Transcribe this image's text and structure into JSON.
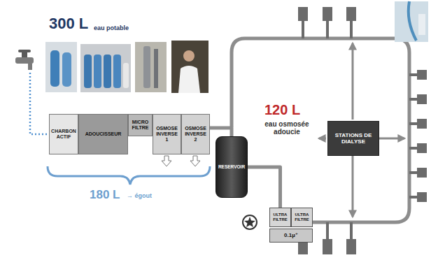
{
  "diagram": {
    "nodes": [
      {
        "text": [
          "CHARBON ACTIF"
        ]
      },
      {
        "text": [
          "ADOUCISSEUR"
        ]
      },
      {
        "text": [
          "MICRO FILTRE"
        ]
      },
      {
        "text": [
          "OSMOSE INVERSE 1"
        ]
      },
      {
        "text": [
          "OSMOSE INVERSE 2"
        ]
      },
      {
        "text": [
          "RESERVOIR"
        ]
      },
      {
        "text": [
          "STATIONS DE DIALYSE"
        ]
      },
      {
        "text": [
          "ULTRA FILTRE"
        ]
      },
      {
        "text": [
          "ULTRA FILTRE"
        ]
      },
      {
        "text": [
          "0.1µ⁺"
        ]
      }
    ],
    "edges": [
      {
        "from": 4,
        "to": 5,
        "arrow": "none"
      },
      {
        "from": 5,
        "to": 7,
        "arrow": "none"
      }
    ],
    "labels": [
      "300 L",
      "eau potable",
      "120 L",
      "eau osmosée adoucie",
      "180 L",
      "→ égout"
    ]
  }
}
